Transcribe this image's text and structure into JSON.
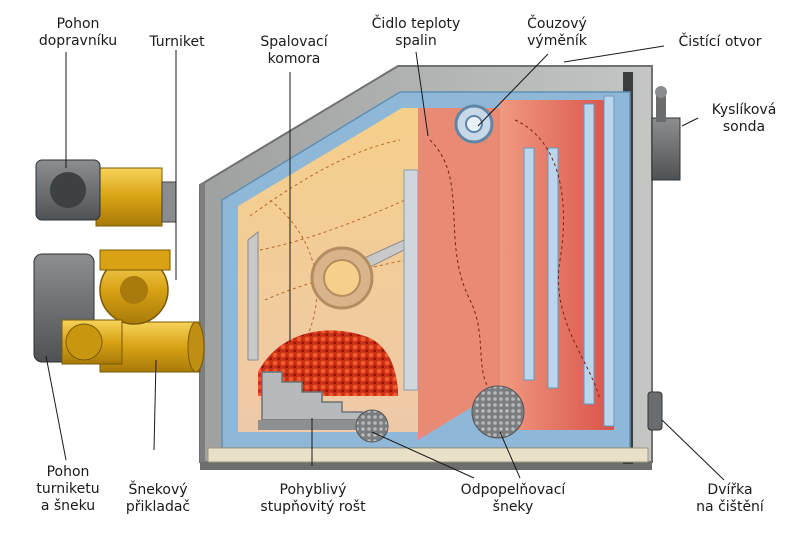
{
  "labels": {
    "drive_conveyor": [
      "Pohon",
      "dopravníku"
    ],
    "turnstile": [
      "Turniket"
    ],
    "combustion_chamber": [
      "Spalovací",
      "komora"
    ],
    "flue_gas_sensor": [
      "Čidlo teploty",
      "spalin"
    ],
    "smoke_exchanger": [
      "Čouzový",
      "výměník"
    ],
    "cleaning_opening": [
      "Čistící otvor"
    ],
    "oxygen_probe": [
      "Kyslíková",
      "sonda"
    ],
    "drive_turnstile_screw": [
      "Pohon",
      "turniketu",
      "a šneku"
    ],
    "screw_feeder": [
      "Šnekový",
      "přikladač"
    ],
    "moving_grate": [
      "Pohyblivý",
      "stupňovitý rošt"
    ],
    "ash_screws": [
      "Odpopelňovací",
      "šneky"
    ],
    "cleaning_door": [
      "Dvířka",
      "na čištění"
    ]
  },
  "colors": {
    "casing": "#a9acaa",
    "insulation": "#8fb8d8",
    "chamber": "#f2b25e",
    "exchanger": "#e05a4e",
    "motor": "#e8b320",
    "fuel": "#d63a1c"
  }
}
